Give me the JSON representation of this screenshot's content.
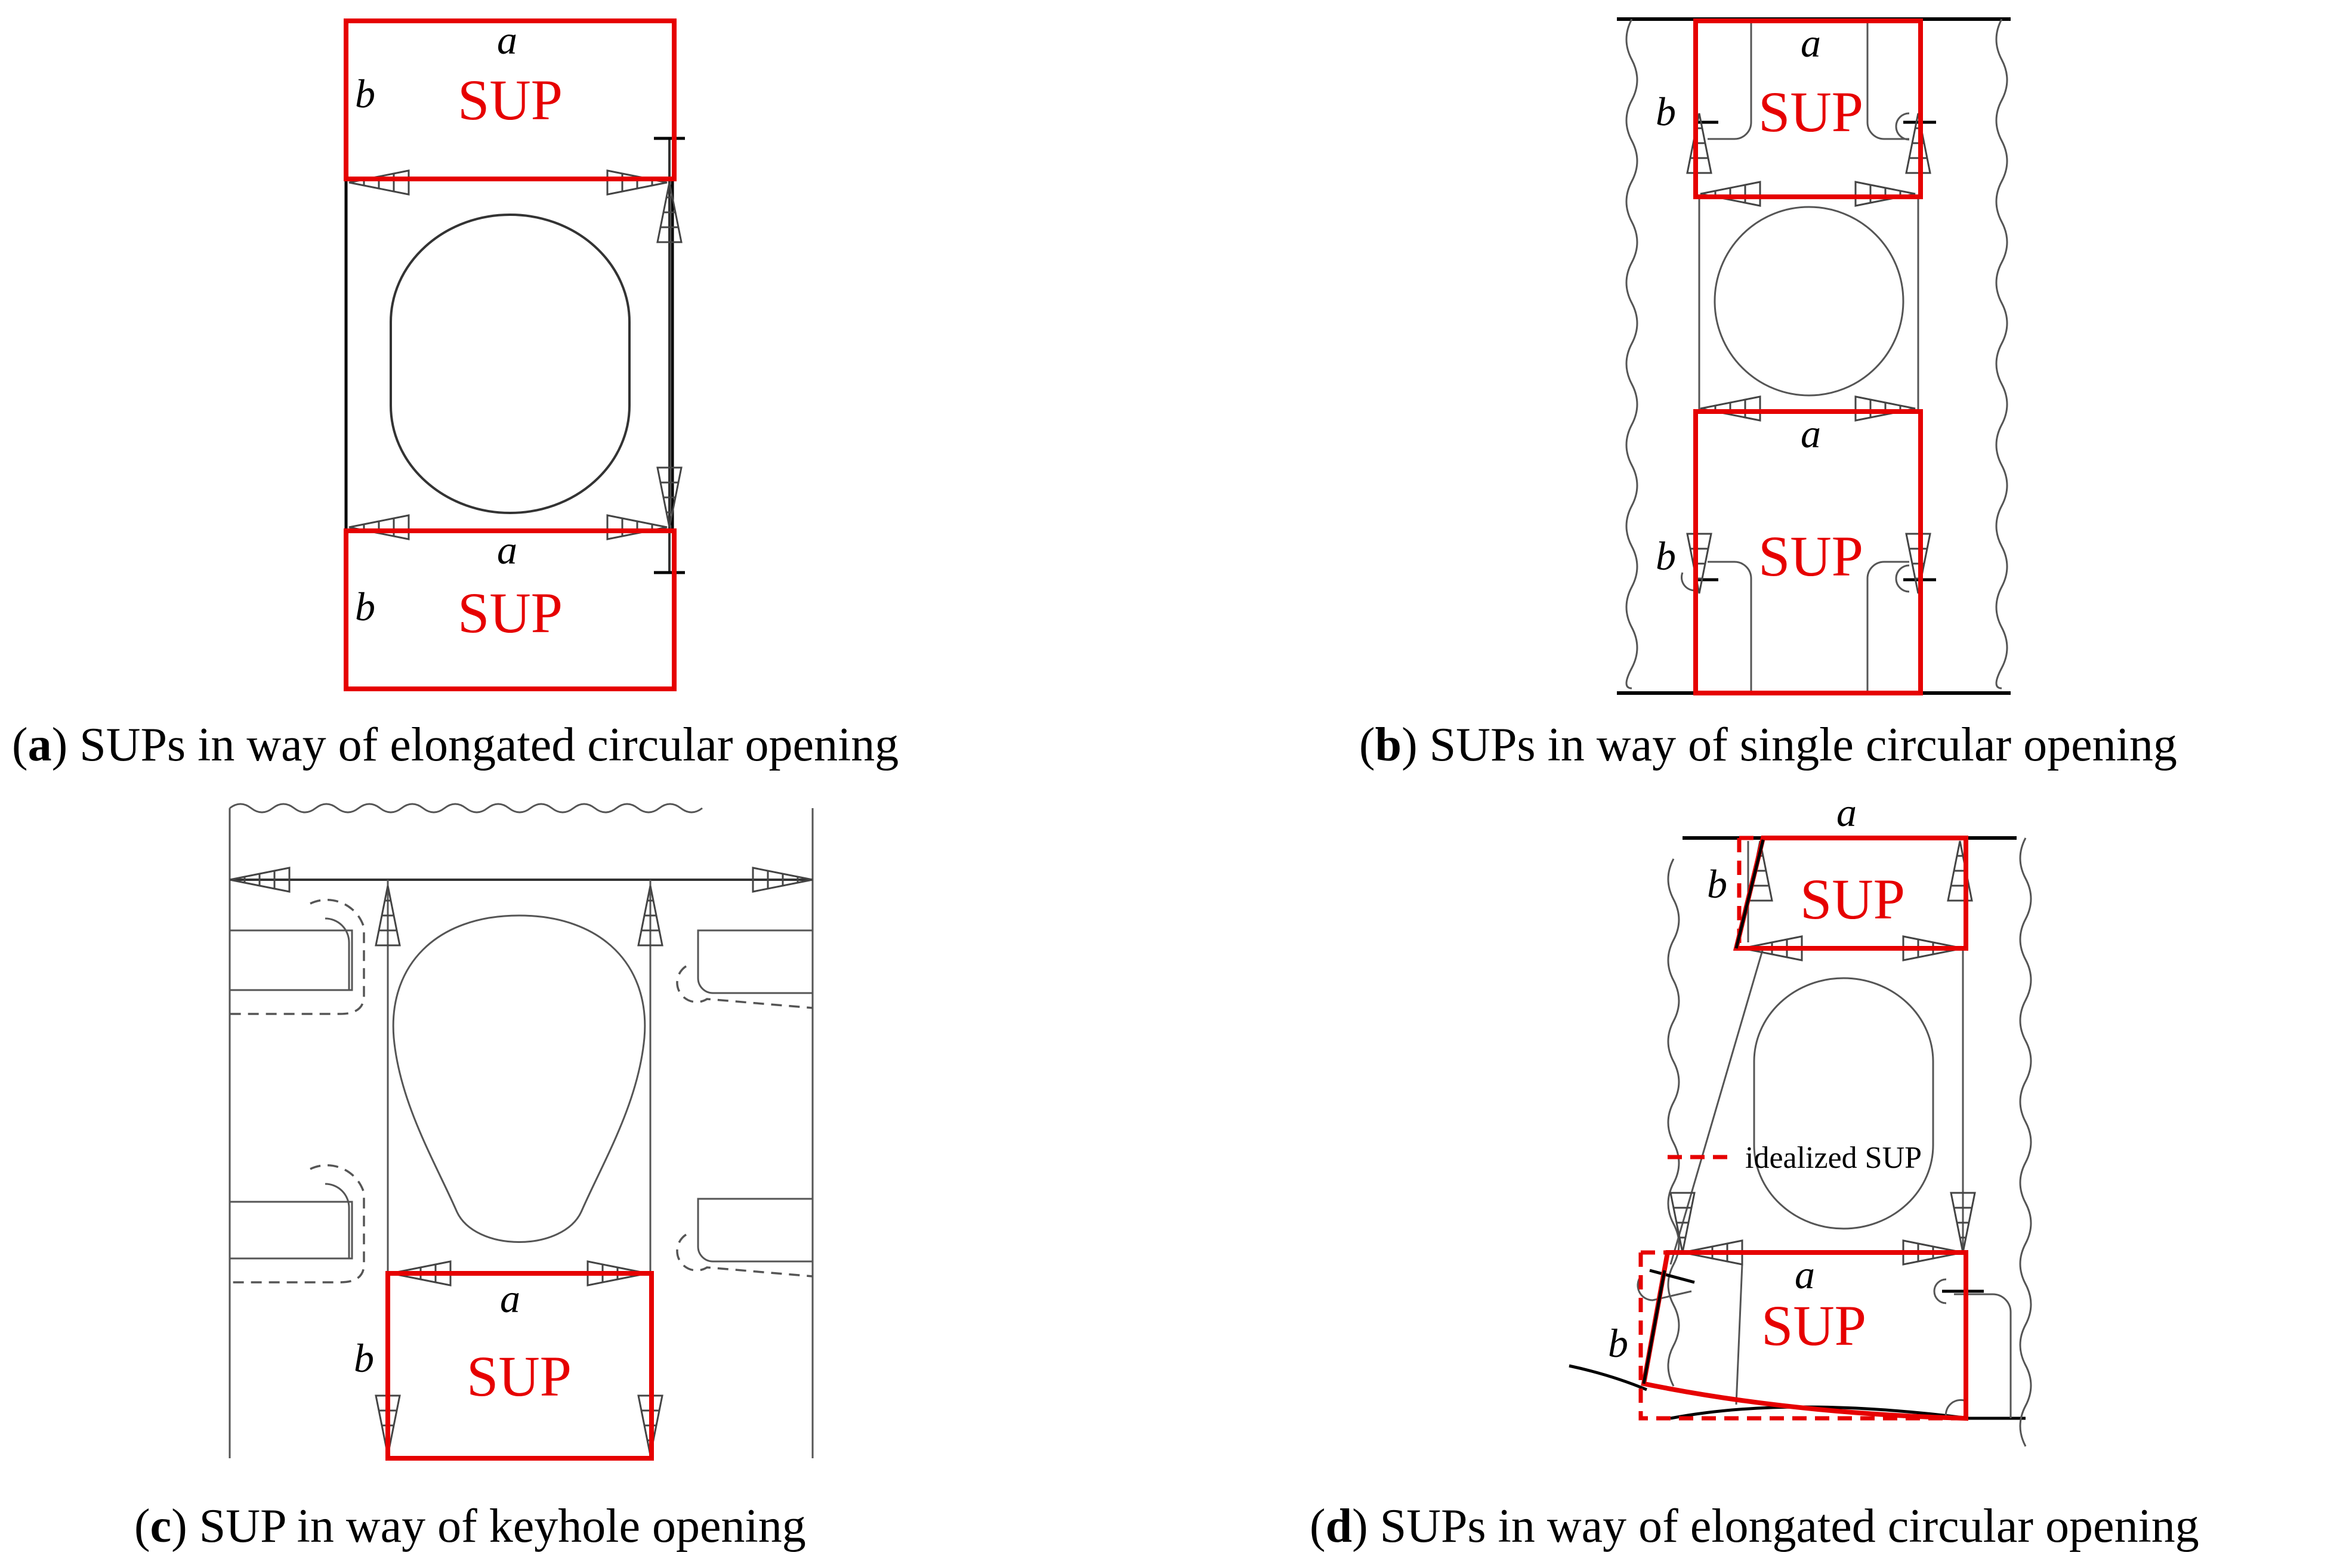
{
  "panels": {
    "a": {
      "label_a": "a",
      "label_b_top": "b",
      "label_b_bottom": "b",
      "sup_top": "SUP",
      "sup_bottom": "SUP",
      "caption_letter": "a",
      "caption_text": "SUPs in way of elongated circular opening"
    },
    "b": {
      "label_a_top": "a",
      "label_a_bottom": "a",
      "label_b_top": "b",
      "label_b_bottom": "b",
      "sup_top": "SUP",
      "sup_bottom": "SUP",
      "caption_letter": "b",
      "caption_text": "SUPs in way of single circular opening"
    },
    "c": {
      "label_a": "a",
      "label_b": "b",
      "sup": "SUP",
      "caption_letter": "c",
      "caption_text": "SUP in way of keyhole opening"
    },
    "d": {
      "label_a_top": "a",
      "label_a_bottom": "a",
      "label_b_top": "b",
      "label_b_bottom": "b",
      "sup_top": "SUP",
      "sup_bottom": "SUP",
      "legend_idealized": "idealized SUP",
      "caption_letter": "d",
      "caption_text": "SUPs in way of elongated circular opening"
    }
  },
  "colors": {
    "sup_outline": "#e60000",
    "structure_line": "#555555",
    "text": "#000000"
  }
}
